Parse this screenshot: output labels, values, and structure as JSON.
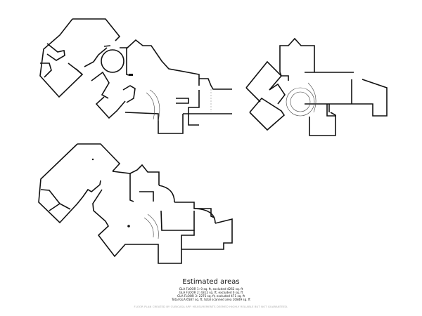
{
  "summary": {
    "title": "Estimated areas",
    "lines": [
      "GLA FLOOR 1: 0 sq. ft, excluded 4262 sq. ft",
      "GLA FLOOR 2: 4312 sq. ft, excluded 0 sq. ft",
      "GLA FLOOR 3: 2275 sq. ft, excluded 471 sq. ft",
      "Total GLA 6587 sq. ft, total scanned area 10849 sq. ft"
    ]
  },
  "footer": "FLOOR PLAN CREATED BY CUBICASA APP. MEASUREMENTS DEEMED HIGHLY RELIABLE BUT NOT GUARANTEED."
}
